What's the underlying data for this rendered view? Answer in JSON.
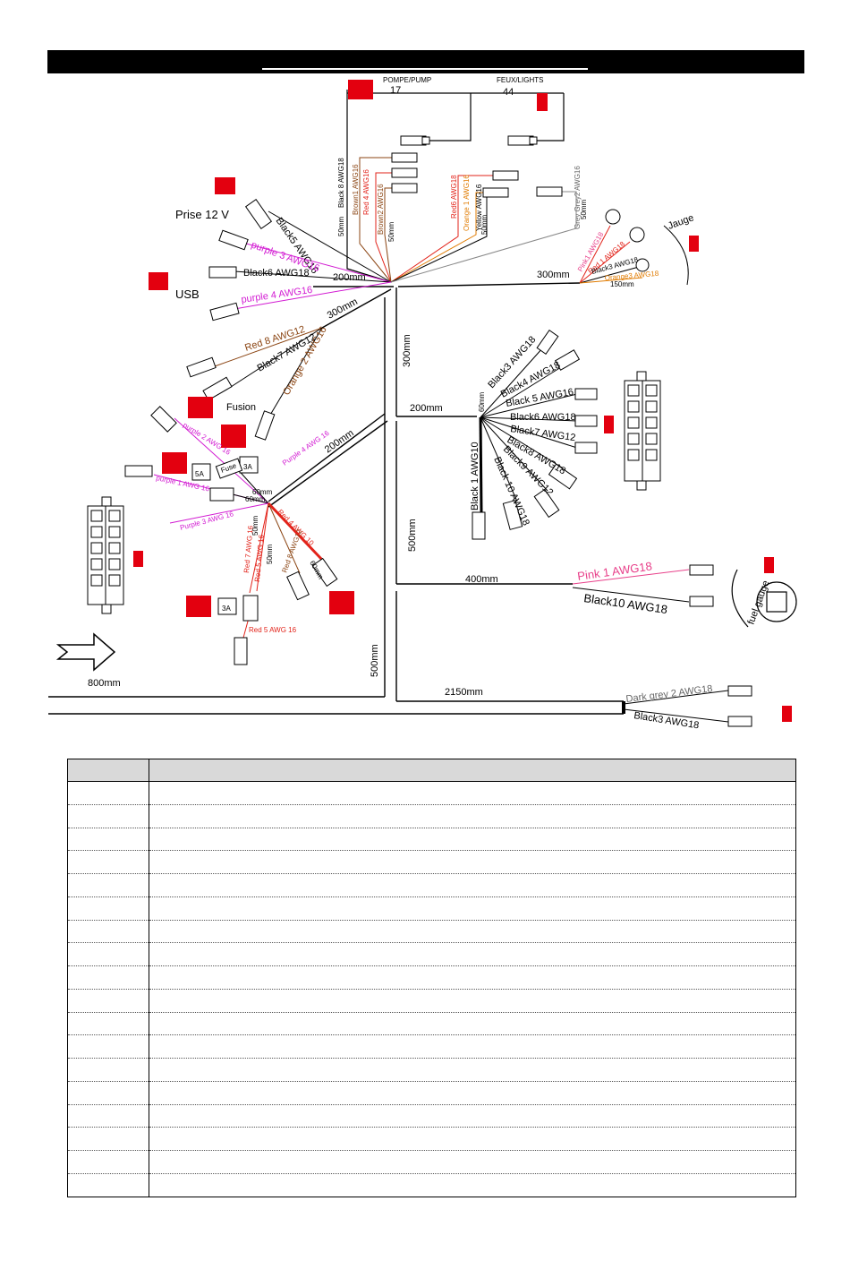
{
  "labels": {
    "pompe": "POMPE/PUMP",
    "feux": "FEUX/LIGHTS",
    "n17": "17",
    "n44": "44",
    "jauge": "Jauge",
    "prise": "Prise  12 V",
    "usb": "USB",
    "fusion": "Fusion",
    "fuel_gauge": "fuel gauge"
  },
  "lengths": {
    "l200a": "200mm",
    "l300a": "300mm",
    "l300b": "300mm",
    "l300c": "300mm",
    "l200b": "200mm",
    "l200c": "200mm",
    "l500a": "500mm",
    "l400": "400mm",
    "l500b": "500mm",
    "l800": "800mm",
    "l2150": "2150mm",
    "l50a": "50mm",
    "l50b": "50mm",
    "l50c": "50mm",
    "l50d": "50mm",
    "l150": "150mm",
    "l60a": "60mm",
    "l60b": "60mm",
    "l60c": "60mm",
    "l60d": "60mm",
    "l50e": "50mm",
    "l50f": "50mm"
  },
  "wires": {
    "black8": "Black 8 AWG18",
    "brown1": "Brown1 AWG16",
    "red4top": "Red 4 AWG16",
    "brown2": "Brown2 AWG16",
    "red6": "Red6 AWG18",
    "orange1": "Orange 1 AWG16",
    "yellow": "Yellow AWG16",
    "greygrey2": "Grey Grey2 AWG16",
    "black5": "Black5 AWG16",
    "purple3": "purple 3 AWG16",
    "black6": "Black6 AWG18",
    "purple4": "purple 4 AWG16",
    "red8": "Red 8 AWG12",
    "black7": "Black7 AWG12",
    "orange2": "Orange 2 AWG16",
    "pink1": "Pink1 AWG18",
    "red1": "Red 1 AWG18",
    "black3": "Black3 AWG18",
    "orange3": "Orange3 AWG18",
    "b3": "Black3 AWG18",
    "b4": "Black4 AWG18",
    "b5": "Black 5 AWG16",
    "b6": "Black6 AWG18",
    "b7": "Black7 AWG12",
    "b8": "Black8 AWG18",
    "b9": "Black9 AWG12",
    "b10": "Black 10 AWG18",
    "black1": "Black 1 AWG10",
    "purple2": "purple 2 AWG 16",
    "purple4b": "Purple 4 AWG 16",
    "purple1": "purple 1 AWG 16",
    "purple3b": "Purple 3 AWG 16",
    "red4b": "Red 4 AWG 10",
    "red7": "Red 7 AWG 16",
    "red5": "Red 5 AWG 16",
    "red8b": "Red 8 AWG12",
    "red5b": "Red 5 AWG 16",
    "pinkR": "Pink  1  AWG18",
    "black10": "Black10  AWG18",
    "darkgrey": "Dark grey  2  AWG18",
    "black3r": "Black3  AWG18"
  },
  "fuses": {
    "f5a": "5A",
    "f3a": "3A",
    "f3a2": "3A",
    "fuse": "Fuse"
  },
  "table": {
    "rows": 18
  },
  "colors": {
    "red_marker": "#e3000f",
    "purple": "#d21bd2",
    "brown": "#8b4513",
    "red": "#e2231a",
    "orange": "#e07b00",
    "pink": "#e8408a"
  }
}
